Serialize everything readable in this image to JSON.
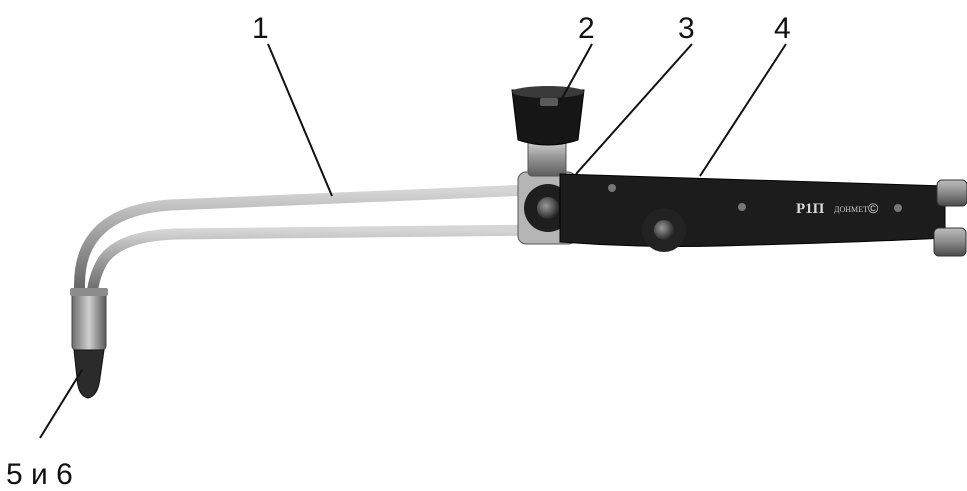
{
  "figure": {
    "callouts": [
      {
        "id": "1",
        "text": "1"
      },
      {
        "id": "2",
        "text": "2"
      },
      {
        "id": "3",
        "text": "3"
      },
      {
        "id": "4",
        "text": "4"
      },
      {
        "id": "5-6",
        "text": "5 и 6"
      }
    ],
    "handle_marking": {
      "model": "Р1П",
      "maker": "ДОНМЕТ",
      "symbol": "©"
    },
    "colors": {
      "tube": "#a9a9a9",
      "handle": "#1c1c1c",
      "valve_knob": "#161616",
      "labels": "#111111"
    }
  }
}
